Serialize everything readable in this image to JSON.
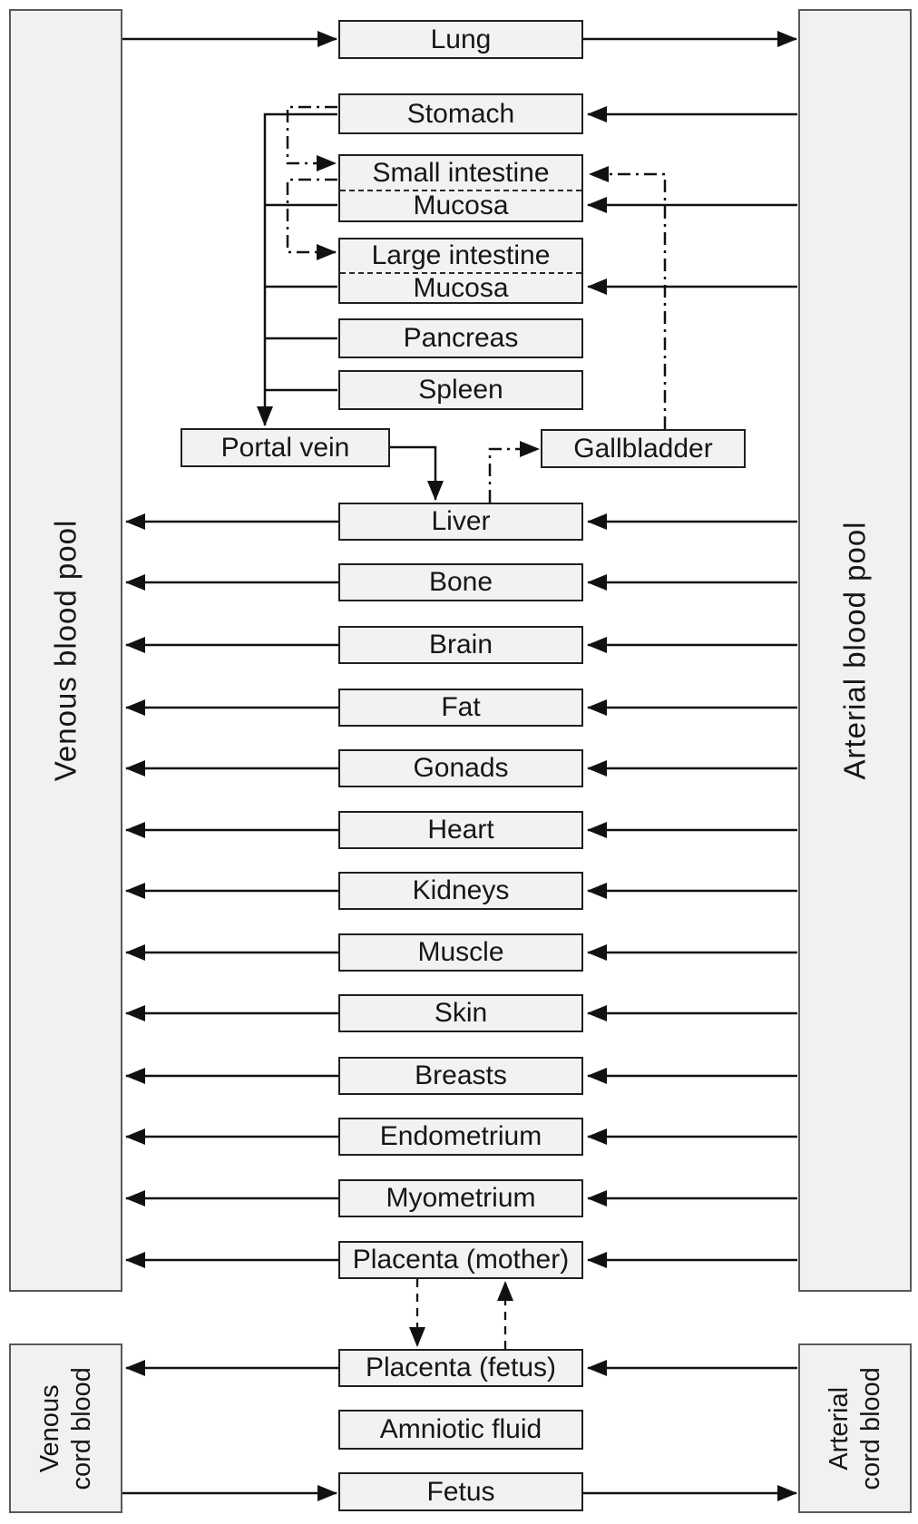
{
  "pools": {
    "venous": "Venous blood pool",
    "arterial": "Arterial blood pool",
    "venous_cord_line1": "Venous",
    "venous_cord_line2": "cord blood",
    "arterial_cord_line1": "Arterial",
    "arterial_cord_line2": "cord blood"
  },
  "boxes": {
    "lung": "Lung",
    "stomach": "Stomach",
    "small_intestine": "Small intestine",
    "small_intestine_mucosa": "Mucosa",
    "large_intestine": "Large intestine",
    "large_intestine_mucosa": "Mucosa",
    "pancreas": "Pancreas",
    "spleen": "Spleen",
    "portal_vein": "Portal vein",
    "gallbladder": "Gallbladder",
    "liver": "Liver",
    "bone": "Bone",
    "brain": "Brain",
    "fat": "Fat",
    "gonads": "Gonads",
    "heart": "Heart",
    "kidneys": "Kidneys",
    "muscle": "Muscle",
    "skin": "Skin",
    "breasts": "Breasts",
    "endometrium": "Endometrium",
    "myometrium": "Myometrium",
    "placenta_mother": "Placenta (mother)",
    "placenta_fetus": "Placenta (fetus)",
    "amniotic_fluid": "Amniotic fluid",
    "fetus": "Fetus"
  },
  "connections": [
    {
      "from": "Venous blood pool",
      "to": "Lung",
      "style": "solid"
    },
    {
      "from": "Lung",
      "to": "Arterial blood pool",
      "style": "solid"
    },
    {
      "from": "Arterial blood pool",
      "to": "Stomach",
      "style": "solid"
    },
    {
      "from": "Arterial blood pool",
      "to": "Small intestine Mucosa",
      "style": "solid"
    },
    {
      "from": "Arterial blood pool",
      "to": "Large intestine Mucosa",
      "style": "solid"
    },
    {
      "from": "Stomach",
      "to": "Portal vein",
      "style": "solid"
    },
    {
      "from": "Small intestine Mucosa",
      "to": "Portal vein",
      "style": "solid"
    },
    {
      "from": "Large intestine Mucosa",
      "to": "Portal vein",
      "style": "solid"
    },
    {
      "from": "Pancreas",
      "to": "Portal vein",
      "style": "solid"
    },
    {
      "from": "Spleen",
      "to": "Portal vein",
      "style": "solid"
    },
    {
      "from": "Portal vein",
      "to": "Liver",
      "style": "solid"
    },
    {
      "from": "Stomach",
      "to": "Small intestine",
      "style": "dash-dot"
    },
    {
      "from": "Small intestine",
      "to": "Large intestine",
      "style": "dash-dot"
    },
    {
      "from": "Liver",
      "to": "Gallbladder",
      "style": "dash-dot"
    },
    {
      "from": "Gallbladder",
      "to": "Small intestine",
      "style": "dash-dot"
    },
    {
      "from": "Arterial blood pool",
      "to": "Liver",
      "style": "solid"
    },
    {
      "from": "Liver",
      "to": "Venous blood pool",
      "style": "solid"
    },
    {
      "from": "Arterial blood pool",
      "to": "Bone",
      "style": "solid"
    },
    {
      "from": "Bone",
      "to": "Venous blood pool",
      "style": "solid"
    },
    {
      "from": "Arterial blood pool",
      "to": "Brain",
      "style": "solid"
    },
    {
      "from": "Brain",
      "to": "Venous blood pool",
      "style": "solid"
    },
    {
      "from": "Arterial blood pool",
      "to": "Fat",
      "style": "solid"
    },
    {
      "from": "Fat",
      "to": "Venous blood pool",
      "style": "solid"
    },
    {
      "from": "Arterial blood pool",
      "to": "Gonads",
      "style": "solid"
    },
    {
      "from": "Gonads",
      "to": "Venous blood pool",
      "style": "solid"
    },
    {
      "from": "Arterial blood pool",
      "to": "Heart",
      "style": "solid"
    },
    {
      "from": "Heart",
      "to": "Venous blood pool",
      "style": "solid"
    },
    {
      "from": "Arterial blood pool",
      "to": "Kidneys",
      "style": "solid"
    },
    {
      "from": "Kidneys",
      "to": "Venous blood pool",
      "style": "solid"
    },
    {
      "from": "Arterial blood pool",
      "to": "Muscle",
      "style": "solid"
    },
    {
      "from": "Muscle",
      "to": "Venous blood pool",
      "style": "solid"
    },
    {
      "from": "Arterial blood pool",
      "to": "Skin",
      "style": "solid"
    },
    {
      "from": "Skin",
      "to": "Venous blood pool",
      "style": "solid"
    },
    {
      "from": "Arterial blood pool",
      "to": "Breasts",
      "style": "solid"
    },
    {
      "from": "Breasts",
      "to": "Venous blood pool",
      "style": "solid"
    },
    {
      "from": "Arterial blood pool",
      "to": "Endometrium",
      "style": "solid"
    },
    {
      "from": "Endometrium",
      "to": "Venous blood pool",
      "style": "solid"
    },
    {
      "from": "Arterial blood pool",
      "to": "Myometrium",
      "style": "solid"
    },
    {
      "from": "Myometrium",
      "to": "Venous blood pool",
      "style": "solid"
    },
    {
      "from": "Arterial blood pool",
      "to": "Placenta (mother)",
      "style": "solid"
    },
    {
      "from": "Placenta (mother)",
      "to": "Venous blood pool",
      "style": "solid"
    },
    {
      "from": "Placenta (mother)",
      "to": "Placenta (fetus)",
      "style": "dashed"
    },
    {
      "from": "Placenta (fetus)",
      "to": "Placenta (mother)",
      "style": "dashed"
    },
    {
      "from": "Arterial cord blood",
      "to": "Placenta (fetus)",
      "style": "solid"
    },
    {
      "from": "Placenta (fetus)",
      "to": "Venous cord blood",
      "style": "solid"
    },
    {
      "from": "Venous cord blood",
      "to": "Fetus",
      "style": "solid"
    },
    {
      "from": "Fetus",
      "to": "Arterial cord blood",
      "style": "solid"
    }
  ],
  "colors": {
    "box_fill": "#f2f2f2",
    "box_border": "#1f1f1f",
    "pool_fill": "#f1f1f1",
    "pool_border": "#58595b",
    "line": "#111111",
    "background": "#ffffff"
  }
}
